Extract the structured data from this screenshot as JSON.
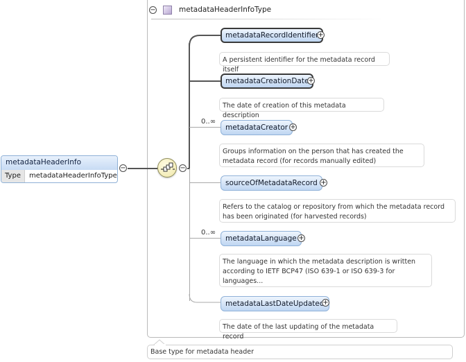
{
  "type_box": {
    "title": "metadataHeaderInfoType"
  },
  "root": {
    "name": "metadataHeaderInfo",
    "type_label": "Type",
    "type_value": "metadataHeaderInfoType"
  },
  "elements": [
    {
      "name": "metadataRecordIdentifier",
      "desc": "A persistent identifier for the metadata record itself",
      "card": ""
    },
    {
      "name": "metadataCreationDate",
      "desc": "The date of creation of this metadata description",
      "card": ""
    },
    {
      "name": "metadataCreator",
      "desc": "Groups information on the person that has created the metadata record (for records manually edited)",
      "card": "0..∞"
    },
    {
      "name": "sourceOfMetadataRecord",
      "desc": "Refers to the catalog or repository from which the metadata record has been originated (for harvested records)",
      "card": ""
    },
    {
      "name": "metadataLanguage",
      "desc": "The language in which the metadata description is written according to IETF BCP47 (ISO 639-1 or ISO 639-3 for languages...",
      "card": "0..∞"
    },
    {
      "name": "metadataLastDateUpdated",
      "desc": "The date of the last updating of the metadata record",
      "card": ""
    }
  ],
  "footer": {
    "text": "Base type for metadata header"
  },
  "icons": {
    "collapse": "−",
    "expand": "+"
  }
}
